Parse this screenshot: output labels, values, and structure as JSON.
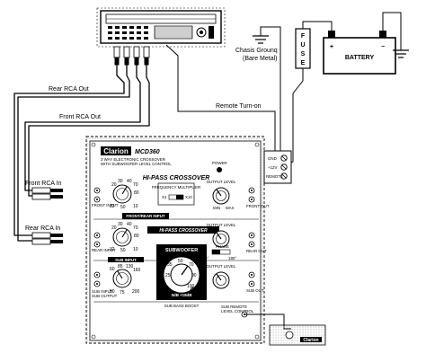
{
  "labels": {
    "rear_rca_out": "Rear RCA Out",
    "front_rca_out": "Front RCA Out",
    "remote_turn_on": "Remote Turn-on",
    "chassis_ground_1": "Chasis Grounq",
    "chassis_ground_2": "(Bare Metal)",
    "fuse": "FUSE",
    "battery": "BATTERY",
    "battery_plus": "+",
    "battery_minus": "−",
    "front_rca_in": "Front RCA In",
    "rear_rca_in": "Rear RCA In"
  },
  "unit": {
    "brand": "Clarion",
    "model": "MCD360",
    "subtitle_1": "3 WAY ELECTRONIC CROSSOVER",
    "subtitle_2": "WITH SUBWOOFER LEVEL CONTROL",
    "power": "POWER",
    "terminals": [
      "GND",
      "+12V",
      "REMOTE"
    ],
    "front_input": "FRONT INPUT",
    "rear_input": "REAR INPUT",
    "sub_input": "SUB INPUT",
    "sub_output": "SUB OUTPUT",
    "front_out": "FRONT OUT",
    "rear_out": "REAR OUT",
    "sub_out": "SUB OUT",
    "hi_pass_front": "HI-PASS CROSSOVER",
    "freq_multiplier": "FREQUENCY MULTIPLIER",
    "x1": "X1",
    "x10": "X10",
    "front_rear_input": "FRONT/REAR INPUT",
    "hi_pass_rear": "HI-PASS CROSSOVER",
    "subwoofer": "SUBWOOFER",
    "output_level": "OUTPUT LEVEL",
    "phase": "PHASE",
    "phase_vals": [
      "0°",
      "180°"
    ],
    "sub_remote": "SUB REMOTE",
    "level_control": "LEVEL CONTROL",
    "gain_scale": "0dB  +18dB",
    "bass_boost": "SUB BASS BOOST",
    "max": "MAX",
    "min": "MIN",
    "remote_brand": "Clarion"
  },
  "knob_scales": {
    "front_hp": [
      "20",
      "30",
      "40",
      "70",
      "80",
      "32",
      "50",
      "10"
    ],
    "rear_hp": [
      "20",
      "30",
      "40",
      "70",
      "80",
      "32",
      "50",
      "10"
    ],
    "sub_lp": [
      "60",
      "85",
      "130",
      "160",
      "200",
      "50",
      "75"
    ],
    "sub_main": [
      "35",
      "50",
      "70",
      "25",
      "90",
      "100"
    ]
  },
  "colors": {
    "line": "#000000",
    "panel": "#ffffff",
    "stipple": "#9a9a9a"
  }
}
